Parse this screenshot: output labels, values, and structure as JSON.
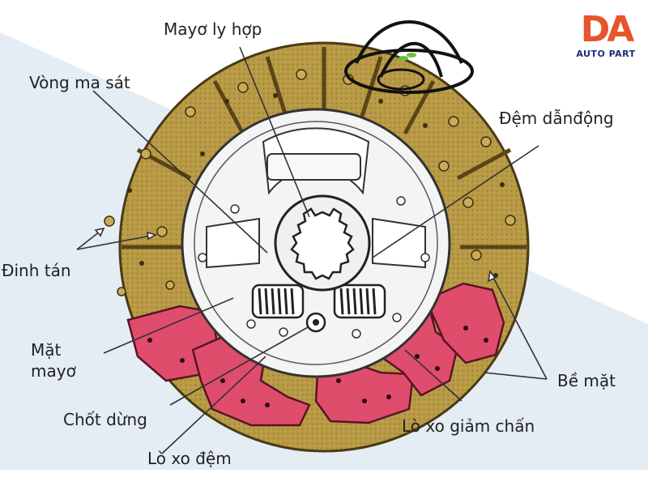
{
  "logo": {
    "mark": "DA",
    "subtitle": "AUTO PART"
  },
  "labels": {
    "hub": "Mayơ ly hợp",
    "friction_ring": "Vòng ma sát",
    "drive_plate": "Đệm dẫnđộng",
    "rivets": "Đinh tán",
    "hub_face_line1": "Mặt",
    "hub_face_line2": "mayơ",
    "stop_pin": "Chốt dừng",
    "surface": "Bề mặt",
    "damper_spring": "Lò xo giảm chấn",
    "cushion_spring": "Lò xo đệm"
  },
  "colors": {
    "friction": "#b89a45",
    "friction_dark": "#6b5622",
    "cushion": "#e04c6c",
    "steel": "#f4f4f4",
    "backdrop": "#e4ecf4"
  }
}
